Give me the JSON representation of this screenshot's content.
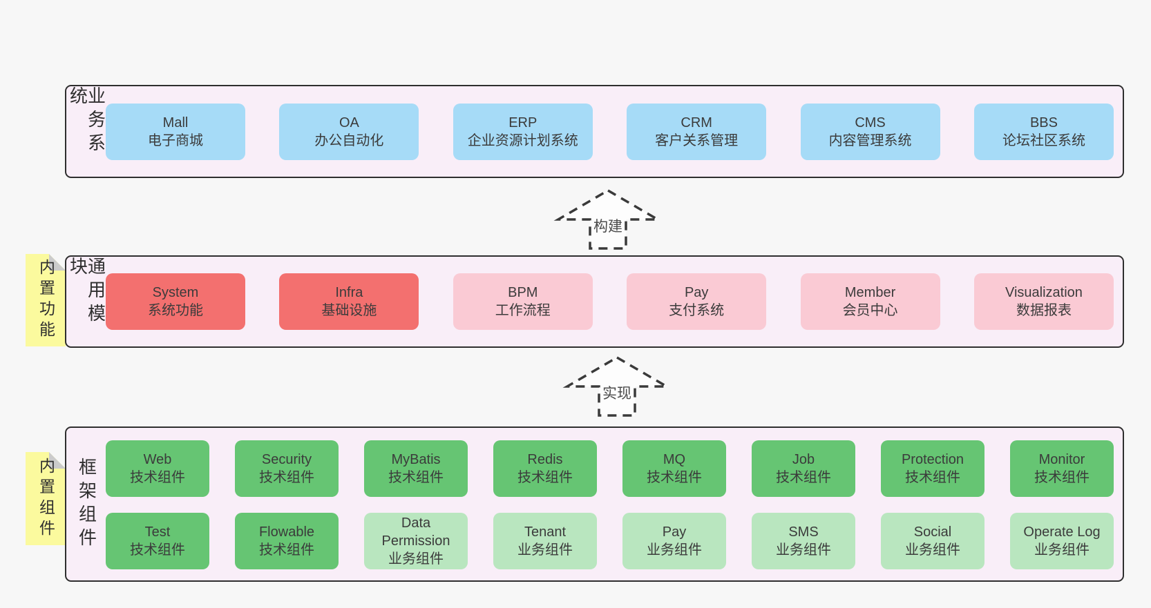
{
  "palette": {
    "page_bg": "#f7f7f7",
    "panel_bg": "#f9eef8",
    "panel_border": "#2e2e2e",
    "business_box_blue": "#a6dbf7",
    "module_box_red": "#f3706f",
    "module_box_pink": "#facad4",
    "component_box_green": "#66c573",
    "component_box_light_green": "#b9e6bf",
    "note_yellow": "#fbfa9e",
    "note_fold_gray": "#cbcbcb",
    "text": "#3b3b3b"
  },
  "arrows": {
    "build": "构建",
    "implement": "实现"
  },
  "layers": {
    "business": {
      "label": "业务系统",
      "boxes": [
        {
          "name": "Mall",
          "desc": "电子商城"
        },
        {
          "name": "OA",
          "desc": "办公自动化"
        },
        {
          "name": "ERP",
          "desc": "企业资源计划系统"
        },
        {
          "name": "CRM",
          "desc": "客户关系管理"
        },
        {
          "name": "CMS",
          "desc": "内容管理系统"
        },
        {
          "name": "BBS",
          "desc": "论坛社区系统"
        }
      ]
    },
    "modules": {
      "label": "通用模块",
      "note": "内置功能",
      "boxes": [
        {
          "name": "System",
          "desc": "系统功能"
        },
        {
          "name": "Infra",
          "desc": "基础设施"
        },
        {
          "name": "BPM",
          "desc": "工作流程"
        },
        {
          "name": "Pay",
          "desc": "支付系统"
        },
        {
          "name": "Member",
          "desc": "会员中心"
        },
        {
          "name": "Visualization",
          "desc": "数据报表"
        }
      ]
    },
    "components": {
      "label": "框架组件",
      "note": "内置组件",
      "row1": [
        {
          "name": "Web",
          "desc": "技术组件"
        },
        {
          "name": "Security",
          "desc": "技术组件"
        },
        {
          "name": "MyBatis",
          "desc": "技术组件"
        },
        {
          "name": "Redis",
          "desc": "技术组件"
        },
        {
          "name": "MQ",
          "desc": "技术组件"
        },
        {
          "name": "Job",
          "desc": "技术组件"
        },
        {
          "name": "Protection",
          "desc": "技术组件"
        },
        {
          "name": "Monitor",
          "desc": "技术组件"
        }
      ],
      "row2": [
        {
          "name": "Test",
          "desc": "技术组件"
        },
        {
          "name": "Flowable",
          "desc": "技术组件"
        },
        {
          "name": "Data Permission",
          "desc": "业务组件"
        },
        {
          "name": "Tenant",
          "desc": "业务组件"
        },
        {
          "name": "Pay",
          "desc": "业务组件"
        },
        {
          "name": "SMS",
          "desc": "业务组件"
        },
        {
          "name": "Social",
          "desc": "业务组件"
        },
        {
          "name": "Operate Log",
          "desc": "业务组件"
        }
      ]
    }
  }
}
